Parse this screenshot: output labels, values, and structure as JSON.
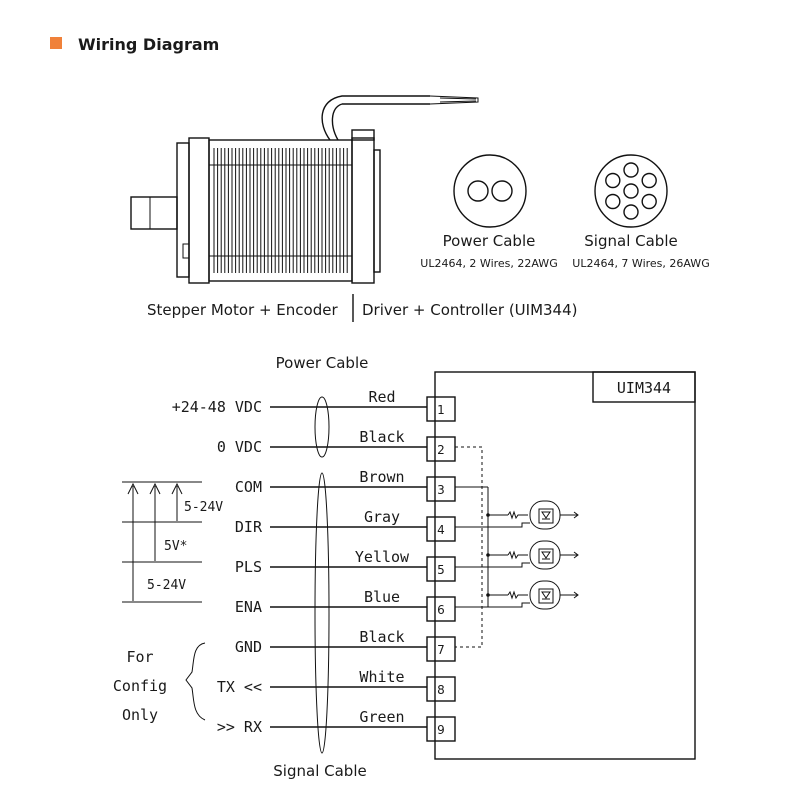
{
  "title": "Wiring Diagram",
  "accent_color": "#f0813a",
  "connectors": {
    "power": {
      "name": "Power Cable",
      "spec": "UL2464, 2 Wires, 22AWG"
    },
    "signal": {
      "name": "Signal Cable",
      "spec": "UL2464, 7 Wires, 26AWG"
    }
  },
  "motor_labels": {
    "left": "Stepper Motor + Encoder",
    "right": "Driver + Controller (UIM344)"
  },
  "schematic": {
    "device": "UIM344",
    "power_cable_label": "Power Cable",
    "signal_cable_label": "Signal Cable",
    "pins": [
      {
        "num": "1",
        "signal": "+24-48 VDC",
        "wire": "Red"
      },
      {
        "num": "2",
        "signal": "0 VDC",
        "wire": "Black"
      },
      {
        "num": "3",
        "signal": "COM",
        "wire": "Brown"
      },
      {
        "num": "4",
        "signal": "DIR",
        "wire": "Gray"
      },
      {
        "num": "5",
        "signal": "PLS",
        "wire": "Yellow"
      },
      {
        "num": "6",
        "signal": "ENA",
        "wire": "Blue"
      },
      {
        "num": "7",
        "signal": "GND",
        "wire": "Black"
      },
      {
        "num": "8",
        "signal": "TX <<",
        "wire": "White"
      },
      {
        "num": "9",
        "signal": ">> RX",
        "wire": "Green"
      }
    ],
    "voltages": [
      "5-24V",
      "5V*",
      "5-24V"
    ],
    "config_note": [
      "For",
      "Config",
      "Only"
    ]
  }
}
